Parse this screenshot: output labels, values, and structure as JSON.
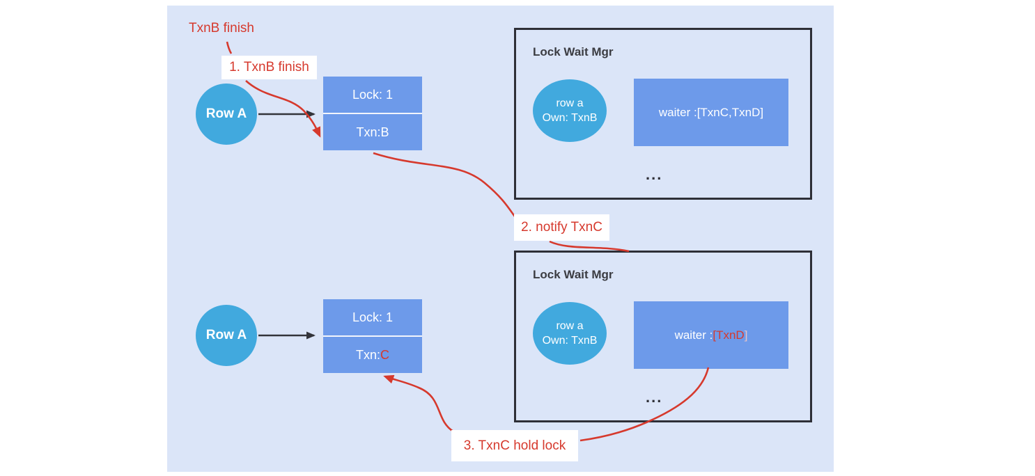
{
  "colors": {
    "panel_bg": "#dbe5f8",
    "box_blue": "#6d9aea",
    "circle_blue": "#41a9de",
    "accent_red": "#d6392d",
    "border_dark": "#2e2f37"
  },
  "annotations": {
    "heading": "TxnB finish",
    "step1": "1. TxnB finish",
    "step2": "2. notify TxnC",
    "step3": "3. TxnC hold lock"
  },
  "top_flow": {
    "row_label": "Row A",
    "lock_cell": "Lock: 1",
    "txn_prefix": "Txn: ",
    "txn_value": "B"
  },
  "bottom_flow": {
    "row_label": "Row A",
    "lock_cell": "Lock: 1",
    "txn_prefix": "Txn: ",
    "txn_value": "C"
  },
  "top_mgr": {
    "title": "Lock Wait Mgr",
    "owner_line1": "row a",
    "owner_line2": "Own: TxnB",
    "waiter_prefix": "waiter : ",
    "waiter_value": "[TxnC,TxnD]",
    "ellipsis": "..."
  },
  "bottom_mgr": {
    "title": "Lock Wait Mgr",
    "owner_line1": "row a",
    "owner_line2": "Own: TxnB",
    "waiter_prefix": "waiter : ",
    "waiter_value": "[TxnD",
    "waiter_suffix": "]",
    "ellipsis": "..."
  }
}
